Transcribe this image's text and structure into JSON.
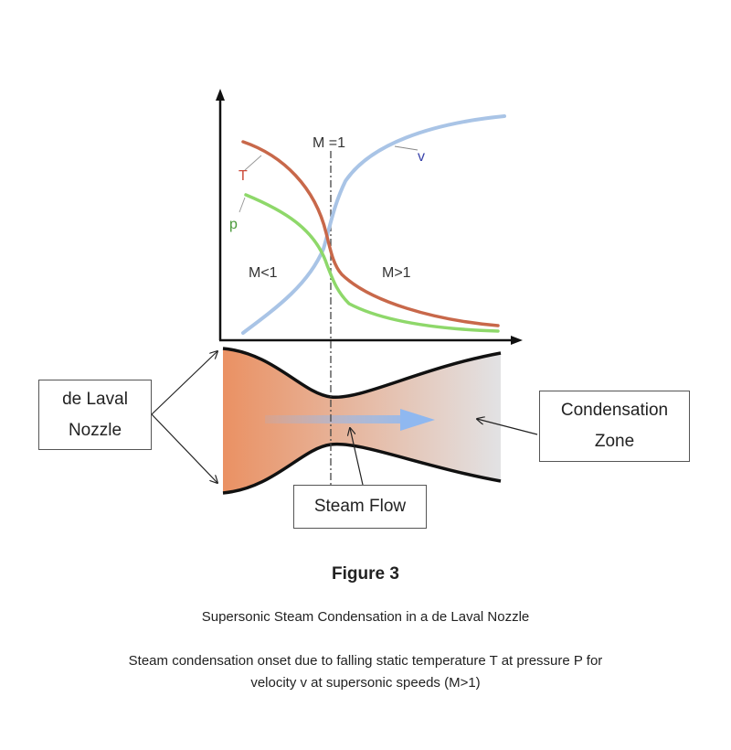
{
  "diagram": {
    "labels": {
      "mach_one": "M =1",
      "subsonic": "M<1",
      "supersonic": "M>1",
      "temperature": "T",
      "pressure": "p",
      "velocity": "v"
    },
    "callouts": {
      "nozzle_line1": "de Laval",
      "nozzle_line2": "Nozzle",
      "condensation_line1": "Condensation",
      "condensation_line2": "Zone",
      "steam_flow": "Steam Flow"
    },
    "colors": {
      "temperature": "#c8684a",
      "pressure": "#8ed86a",
      "velocity": "#a9c4e6",
      "temperature_label": "#cc4a3a",
      "pressure_label": "#4a9a3a",
      "velocity_label": "#3a44aa",
      "nozzle_inlet": "#ea9163",
      "nozzle_outlet": "#e2e2e4",
      "flow_arrow": "#8fb8f0",
      "axis": "#111111"
    }
  },
  "figure": {
    "title": "Figure 3",
    "subtitle": "Supersonic Steam Condensation in a de Laval Nozzle",
    "description_line1": "Steam condensation onset due to falling static temperature T at pressure P for",
    "description_line2": "velocity v at supersonic speeds (M>1)"
  }
}
